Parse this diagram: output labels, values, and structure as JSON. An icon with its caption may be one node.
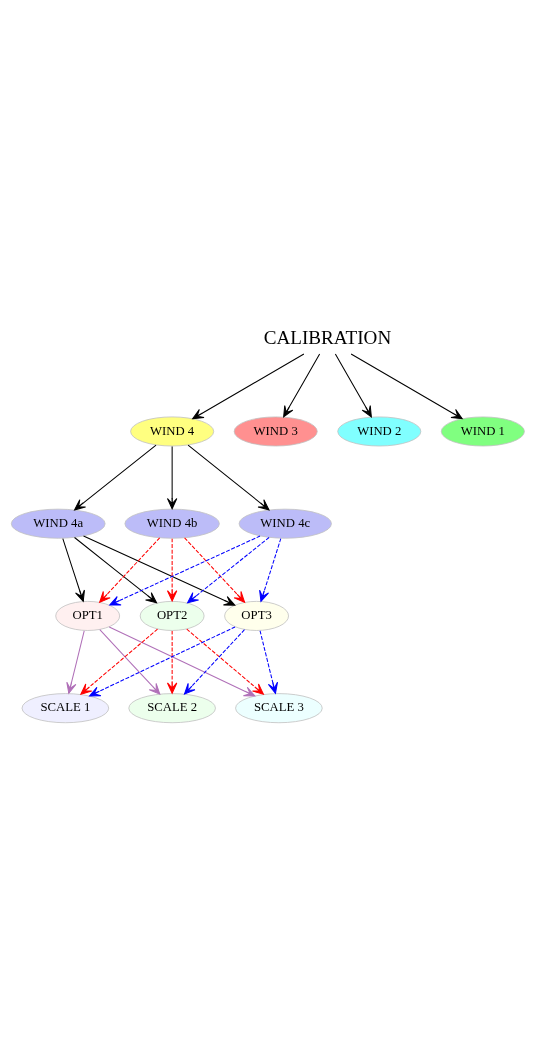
{
  "diagram": {
    "nodes": [
      {
        "text": [
          "CALIBRATION"
        ]
      },
      {
        "text": [
          "WIND 4"
        ]
      },
      {
        "text": [
          "WIND 3"
        ]
      },
      {
        "text": [
          "WIND 2"
        ]
      },
      {
        "text": [
          "WIND 1"
        ]
      },
      {
        "text": [
          "WIND 4a"
        ]
      },
      {
        "text": [
          "WIND 4b"
        ]
      },
      {
        "text": [
          "WIND 4c"
        ]
      },
      {
        "text": [
          "OPT1"
        ]
      },
      {
        "text": [
          "OPT2"
        ]
      },
      {
        "text": [
          "OPT3"
        ]
      },
      {
        "text": [
          "SCALE 1"
        ]
      },
      {
        "text": [
          "SCALE 2"
        ]
      },
      {
        "text": [
          "SCALE 3"
        ]
      }
    ],
    "edges": [
      {
        "from": 0,
        "to": 1,
        "arrow": "to"
      },
      {
        "from": 0,
        "to": 2,
        "arrow": "to"
      },
      {
        "from": 0,
        "to": 3,
        "arrow": "to"
      },
      {
        "from": 0,
        "to": 4,
        "arrow": "to"
      },
      {
        "from": 1,
        "to": 5,
        "arrow": "to"
      },
      {
        "from": 1,
        "to": 6,
        "arrow": "to"
      },
      {
        "from": 1,
        "to": 7,
        "arrow": "to"
      },
      {
        "from": 5,
        "to": 8,
        "arrow": "to"
      },
      {
        "from": 5,
        "to": 9,
        "arrow": "to"
      },
      {
        "from": 5,
        "to": 10,
        "arrow": "to"
      },
      {
        "from": 6,
        "to": 8,
        "arrow": "to",
        "style": "dashed",
        "color": "#ff0000"
      },
      {
        "from": 6,
        "to": 9,
        "arrow": "to",
        "style": "dashed",
        "color": "#ff0000"
      },
      {
        "from": 6,
        "to": 10,
        "arrow": "to",
        "style": "dashed",
        "color": "#ff0000"
      },
      {
        "from": 7,
        "to": 8,
        "arrow": "to",
        "style": "dashed",
        "color": "#0000ff"
      },
      {
        "from": 7,
        "to": 9,
        "arrow": "to",
        "style": "dashed",
        "color": "#0000ff"
      },
      {
        "from": 7,
        "to": 10,
        "arrow": "to",
        "style": "dashed",
        "color": "#0000ff"
      },
      {
        "from": 8,
        "to": 11,
        "arrow": "to",
        "color": "#b070b8"
      },
      {
        "from": 8,
        "to": 12,
        "arrow": "to",
        "color": "#b070b8"
      },
      {
        "from": 8,
        "to": 13,
        "arrow": "to",
        "color": "#b070b8"
      },
      {
        "from": 9,
        "to": 11,
        "arrow": "to",
        "style": "dashed",
        "color": "#ff0000"
      },
      {
        "from": 9,
        "to": 12,
        "arrow": "to",
        "style": "dashed",
        "color": "#ff0000"
      },
      {
        "from": 9,
        "to": 13,
        "arrow": "to",
        "style": "dashed",
        "color": "#ff0000"
      },
      {
        "from": 10,
        "to": 11,
        "arrow": "to",
        "style": "dashed",
        "color": "#0000ff"
      },
      {
        "from": 10,
        "to": 12,
        "arrow": "to",
        "style": "dashed",
        "color": "#0000ff"
      },
      {
        "from": 10,
        "to": 13,
        "arrow": "to",
        "style": "dashed",
        "color": "#0000ff"
      }
    ]
  }
}
